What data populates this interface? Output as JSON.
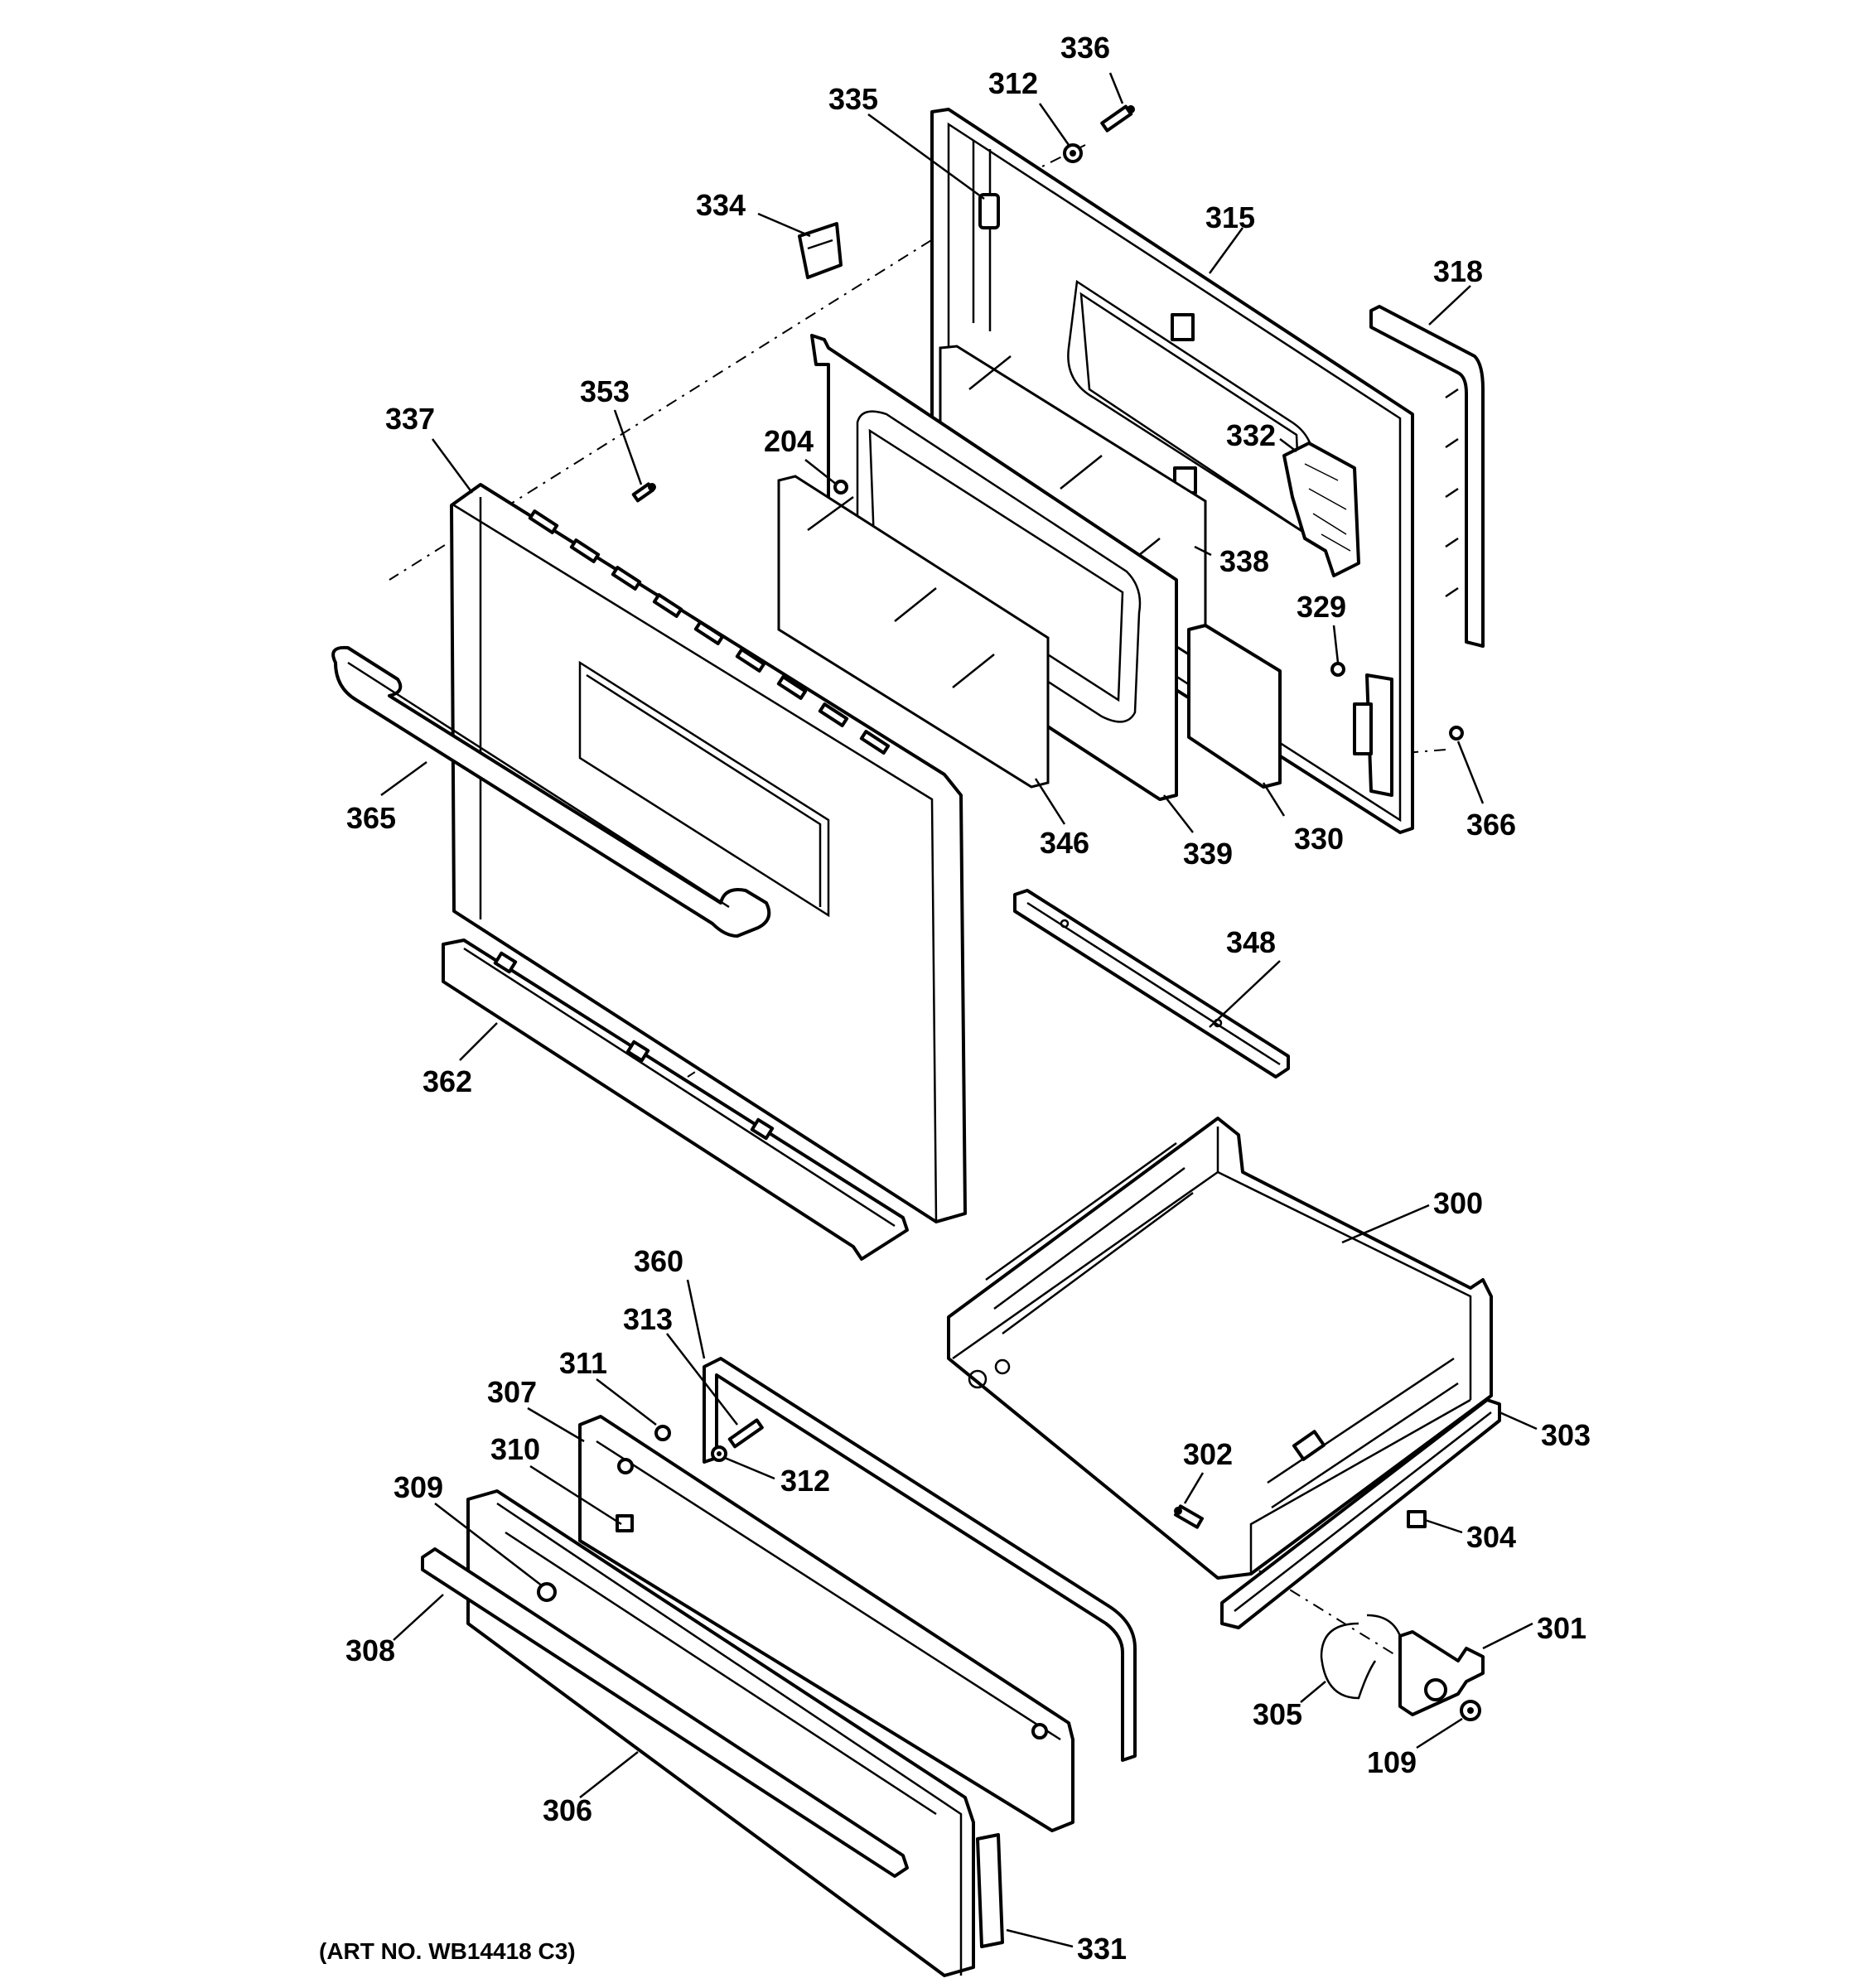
{
  "art_number": "(ART NO. WB14418 C3)",
  "callouts": [
    {
      "id": "c336",
      "text": "336"
    },
    {
      "id": "c335",
      "text": "335"
    },
    {
      "id": "c312a",
      "text": "312"
    },
    {
      "id": "c334",
      "text": "334"
    },
    {
      "id": "c315",
      "text": "315"
    },
    {
      "id": "c318",
      "text": "318"
    },
    {
      "id": "c353",
      "text": "353"
    },
    {
      "id": "c337",
      "text": "337"
    },
    {
      "id": "c204",
      "text": "204"
    },
    {
      "id": "c332",
      "text": "332"
    },
    {
      "id": "c338",
      "text": "338"
    },
    {
      "id": "c329",
      "text": "329"
    },
    {
      "id": "c365",
      "text": "365"
    },
    {
      "id": "c346",
      "text": "346"
    },
    {
      "id": "c339",
      "text": "339"
    },
    {
      "id": "c330",
      "text": "330"
    },
    {
      "id": "c366",
      "text": "366"
    },
    {
      "id": "c348",
      "text": "348"
    },
    {
      "id": "c362",
      "text": "362"
    },
    {
      "id": "c300",
      "text": "300"
    },
    {
      "id": "c360",
      "text": "360"
    },
    {
      "id": "c313",
      "text": "313"
    },
    {
      "id": "c311",
      "text": "311"
    },
    {
      "id": "c307",
      "text": "307"
    },
    {
      "id": "c310",
      "text": "310"
    },
    {
      "id": "c312b",
      "text": "312"
    },
    {
      "id": "c309",
      "text": "309"
    },
    {
      "id": "c302",
      "text": "302"
    },
    {
      "id": "c303",
      "text": "303"
    },
    {
      "id": "c304",
      "text": "304"
    },
    {
      "id": "c301",
      "text": "301"
    },
    {
      "id": "c308",
      "text": "308"
    },
    {
      "id": "c305",
      "text": "305"
    },
    {
      "id": "c109",
      "text": "109"
    },
    {
      "id": "c306",
      "text": "306"
    },
    {
      "id": "c331",
      "text": "331"
    }
  ]
}
